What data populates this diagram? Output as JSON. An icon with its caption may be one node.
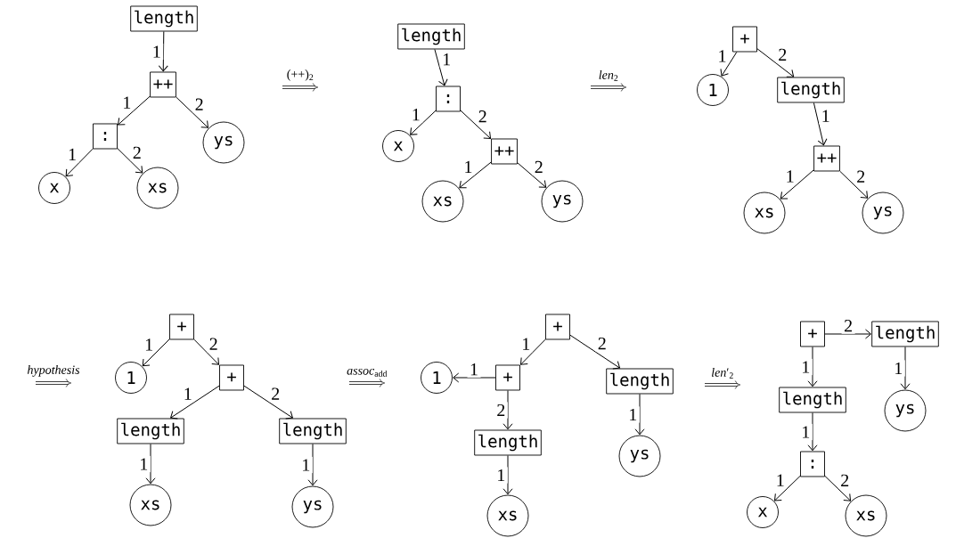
{
  "diagram": {
    "nodes": [
      {
        "text": [
          "length"
        ]
      },
      {
        "text": [
          "++"
        ]
      },
      {
        "text": [
          ":"
        ]
      },
      {
        "text": [
          "ys"
        ]
      },
      {
        "text": [
          "x"
        ]
      },
      {
        "text": [
          "xs"
        ]
      },
      {
        "text": [
          "length"
        ]
      },
      {
        "text": [
          ":"
        ]
      },
      {
        "text": [
          "x"
        ]
      },
      {
        "text": [
          "++"
        ]
      },
      {
        "text": [
          "xs"
        ]
      },
      {
        "text": [
          "ys"
        ]
      },
      {
        "text": [
          "+"
        ]
      },
      {
        "text": [
          "1"
        ]
      },
      {
        "text": [
          "length"
        ]
      },
      {
        "text": [
          "++"
        ]
      },
      {
        "text": [
          "xs"
        ]
      },
      {
        "text": [
          "ys"
        ]
      },
      {
        "text": [
          "+"
        ]
      },
      {
        "text": [
          "1"
        ]
      },
      {
        "text": [
          "+"
        ]
      },
      {
        "text": [
          "length"
        ]
      },
      {
        "text": [
          "length"
        ]
      },
      {
        "text": [
          "xs"
        ]
      },
      {
        "text": [
          "ys"
        ]
      },
      {
        "text": [
          "+"
        ]
      },
      {
        "text": [
          "1"
        ]
      },
      {
        "text": [
          "+"
        ]
      },
      {
        "text": [
          "length"
        ]
      },
      {
        "text": [
          "length"
        ]
      },
      {
        "text": [
          "ys"
        ]
      },
      {
        "text": [
          "xs"
        ]
      },
      {
        "text": [
          "+"
        ]
      },
      {
        "text": [
          "length"
        ]
      },
      {
        "text": [
          "length"
        ]
      },
      {
        "text": [
          "ys"
        ]
      },
      {
        "text": [
          ":"
        ]
      },
      {
        "text": [
          "x"
        ]
      },
      {
        "text": [
          "xs"
        ]
      }
    ],
    "edges": [
      {
        "from": 0,
        "to": 1,
        "arrow": "to",
        "label": "1"
      },
      {
        "from": 1,
        "to": 2,
        "arrow": "to",
        "label": "1"
      },
      {
        "from": 1,
        "to": 3,
        "arrow": "to",
        "label": "2"
      },
      {
        "from": 2,
        "to": 4,
        "arrow": "to",
        "label": "1"
      },
      {
        "from": 2,
        "to": 5,
        "arrow": "to",
        "label": "2"
      },
      {
        "from": 6,
        "to": 7,
        "arrow": "to",
        "label": "1"
      },
      {
        "from": 7,
        "to": 8,
        "arrow": "to",
        "label": "1"
      },
      {
        "from": 7,
        "to": 9,
        "arrow": "to",
        "label": "2"
      },
      {
        "from": 9,
        "to": 10,
        "arrow": "to",
        "label": "1"
      },
      {
        "from": 9,
        "to": 11,
        "arrow": "to",
        "label": "2"
      },
      {
        "from": 12,
        "to": 13,
        "arrow": "to",
        "label": "1"
      },
      {
        "from": 12,
        "to": 14,
        "arrow": "to",
        "label": "2"
      },
      {
        "from": 14,
        "to": 15,
        "arrow": "to",
        "label": "1"
      },
      {
        "from": 15,
        "to": 16,
        "arrow": "to",
        "label": "1"
      },
      {
        "from": 15,
        "to": 17,
        "arrow": "to",
        "label": "2"
      },
      {
        "from": 18,
        "to": 19,
        "arrow": "to",
        "label": "1"
      },
      {
        "from": 18,
        "to": 20,
        "arrow": "to",
        "label": "2"
      },
      {
        "from": 20,
        "to": 21,
        "arrow": "to",
        "label": "1"
      },
      {
        "from": 20,
        "to": 22,
        "arrow": "to",
        "label": "2"
      },
      {
        "from": 21,
        "to": 23,
        "arrow": "to",
        "label": "1"
      },
      {
        "from": 22,
        "to": 24,
        "arrow": "to",
        "label": "1"
      },
      {
        "from": 25,
        "to": 27,
        "arrow": "to",
        "label": "1"
      },
      {
        "from": 25,
        "to": 28,
        "arrow": "to",
        "label": "2"
      },
      {
        "from": 27,
        "to": 26,
        "arrow": "to",
        "label": "1"
      },
      {
        "from": 27,
        "to": 29,
        "arrow": "to",
        "label": "2"
      },
      {
        "from": 28,
        "to": 30,
        "arrow": "to",
        "label": "1"
      },
      {
        "from": 29,
        "to": 31,
        "arrow": "to",
        "label": "1"
      },
      {
        "from": 32,
        "to": 33,
        "arrow": "to",
        "label": "2"
      },
      {
        "from": 32,
        "to": 34,
        "arrow": "to",
        "label": "1"
      },
      {
        "from": 33,
        "to": 35,
        "arrow": "to",
        "label": "1"
      },
      {
        "from": 34,
        "to": 36,
        "arrow": "to",
        "label": "1"
      },
      {
        "from": 36,
        "to": 37,
        "arrow": "to",
        "label": "1"
      },
      {
        "from": 36,
        "to": 38,
        "arrow": "to",
        "label": "2"
      }
    ],
    "labels": [
      "(++)$_{2}$",
      "*len*$_{2}$",
      "hypothesis",
      "*assoc*$_{add}$",
      "*len*′$_{2}$"
    ]
  }
}
